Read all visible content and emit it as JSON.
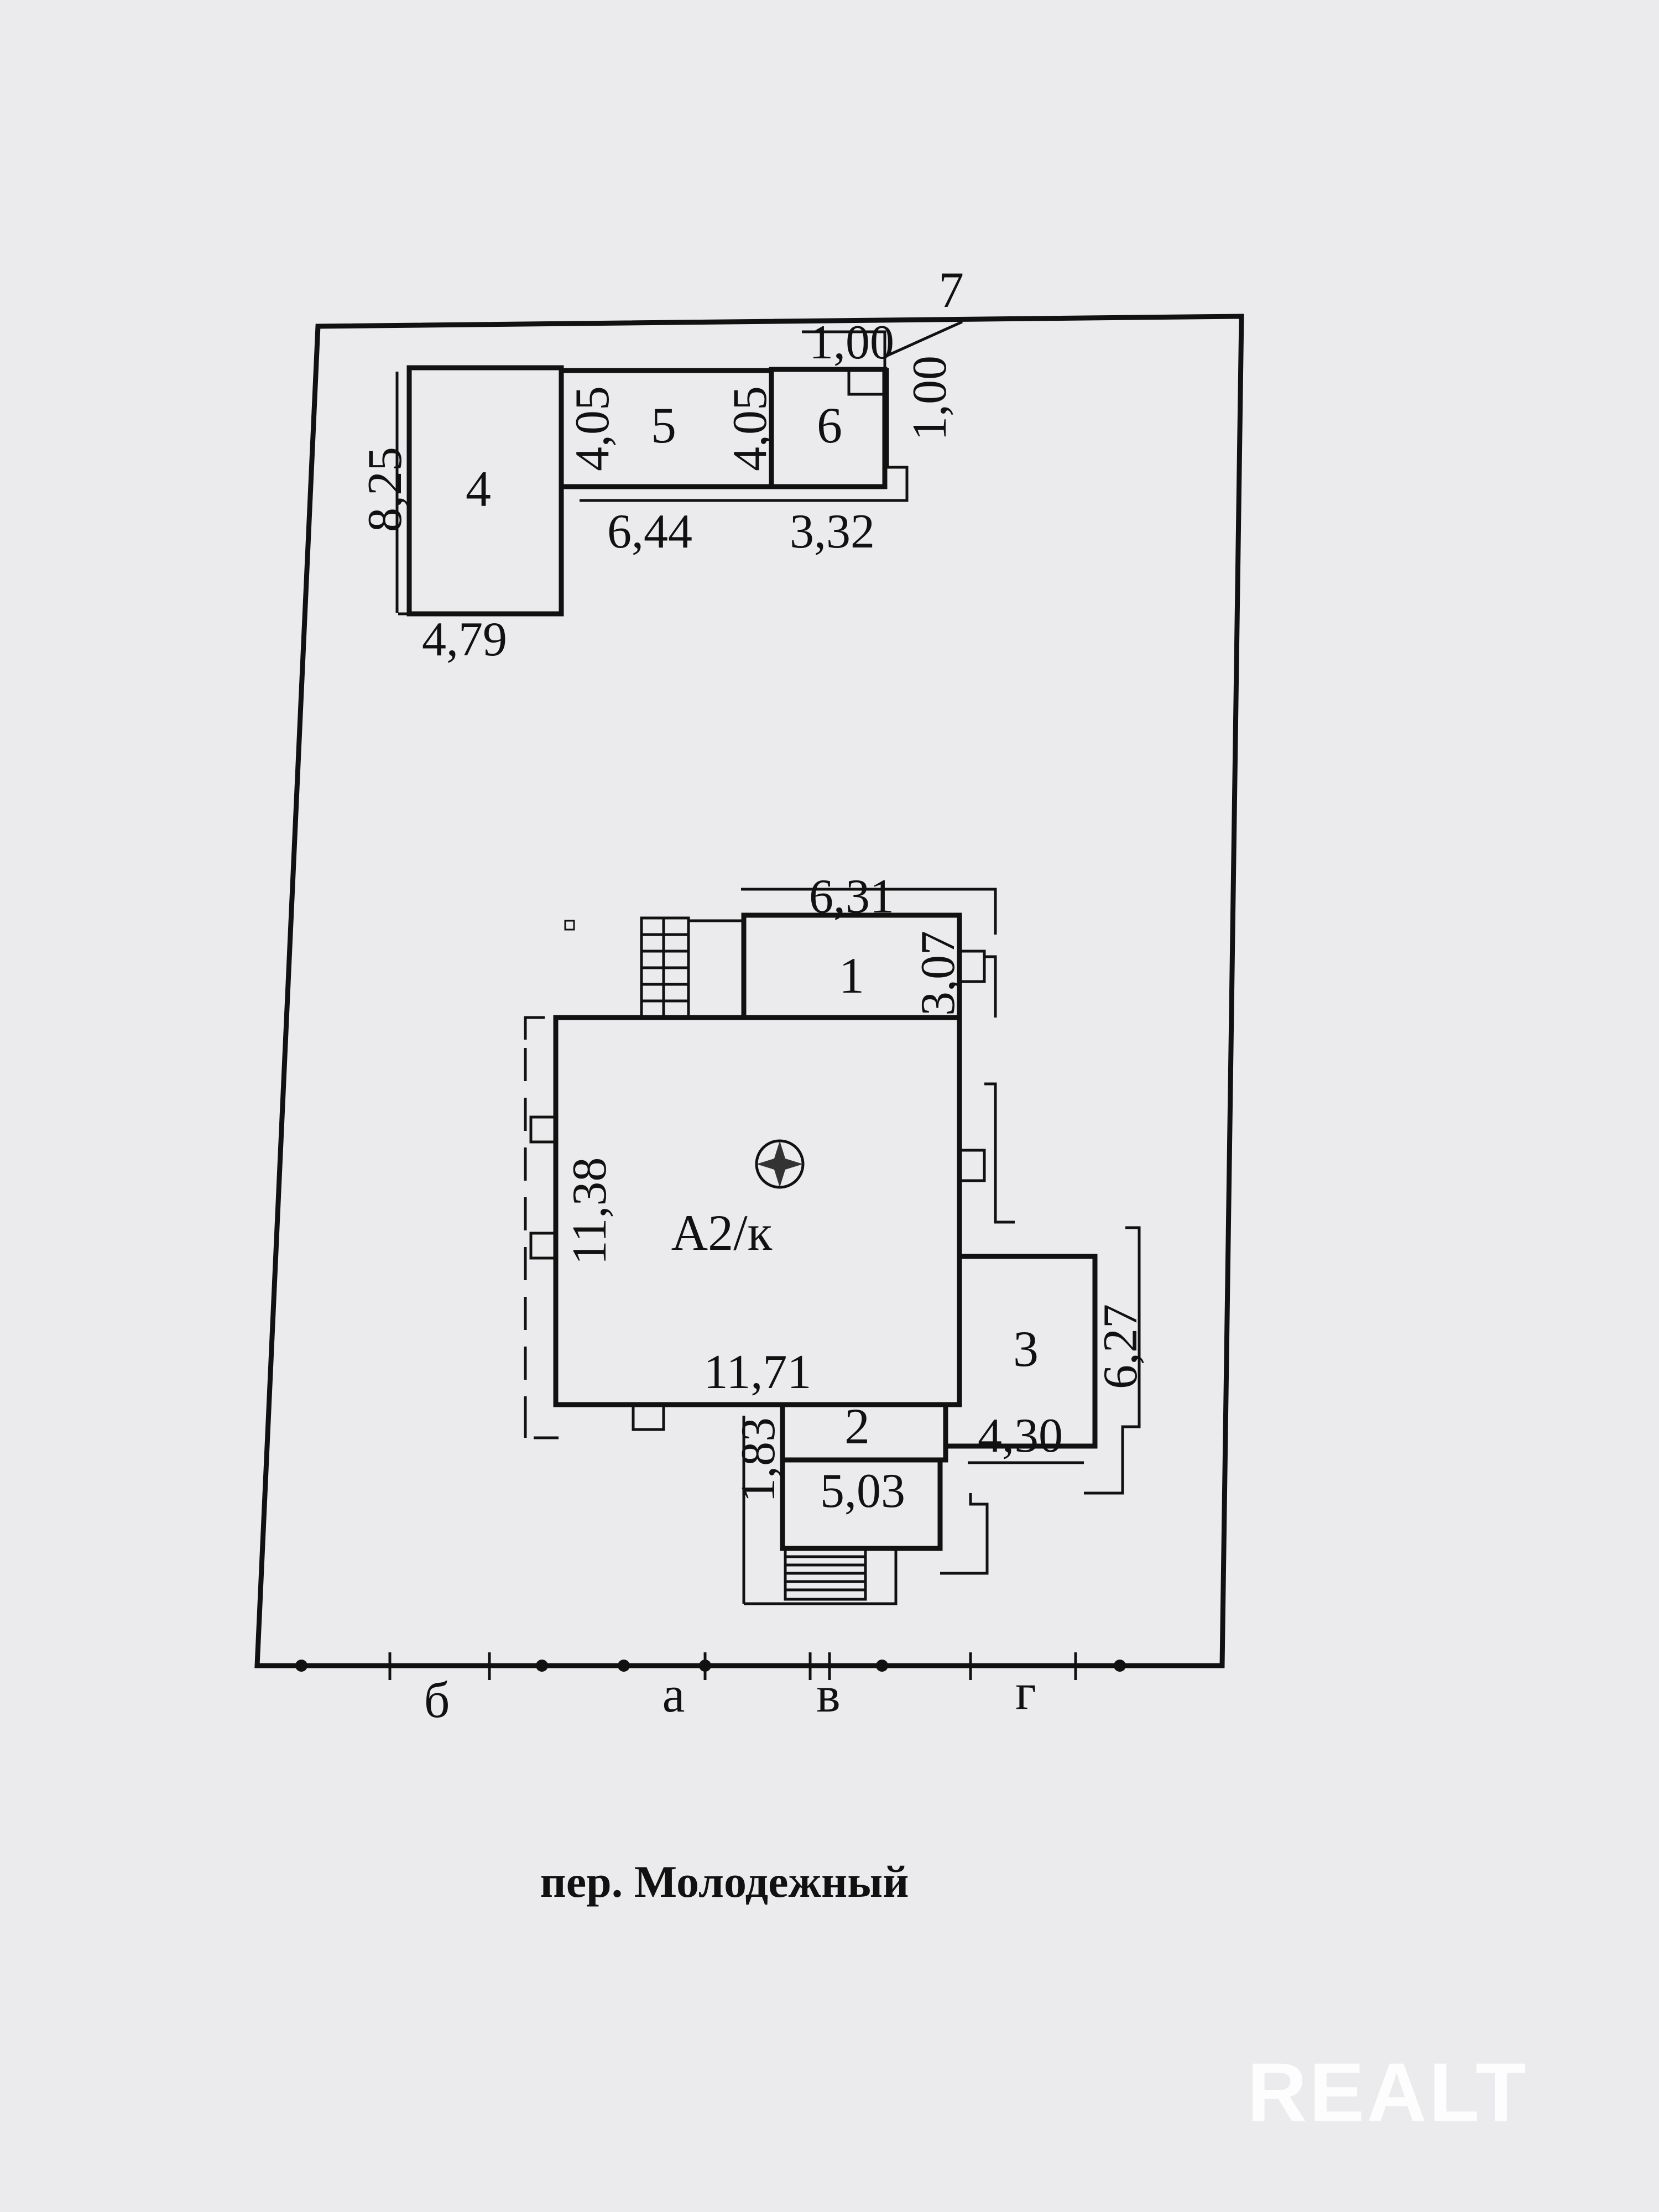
{
  "plot": {
    "street_label": "пер. Молодежный",
    "boundary_segments": [
      "б",
      "а",
      "в",
      "г"
    ]
  },
  "buildings": {
    "main": {
      "label": "А2/к",
      "width": "11,71",
      "depth": "11,38"
    },
    "rooms": [
      {
        "id": "1",
        "width": "6,31",
        "depth": "3,07"
      },
      {
        "id": "2",
        "width": "5,03",
        "depth": "1,83"
      },
      {
        "id": "3",
        "width": "4,30",
        "depth": "6,27"
      },
      {
        "id": "4",
        "width": "4,79",
        "depth": "8,25"
      },
      {
        "id": "5",
        "width": "6,44",
        "depth": "4,05",
        "depth_right": "4,05"
      },
      {
        "id": "6",
        "width": "3,32",
        "depth": "1,00"
      },
      {
        "id": "7",
        "width": "1,00"
      }
    ]
  },
  "watermark": {
    "text": "REALT"
  }
}
